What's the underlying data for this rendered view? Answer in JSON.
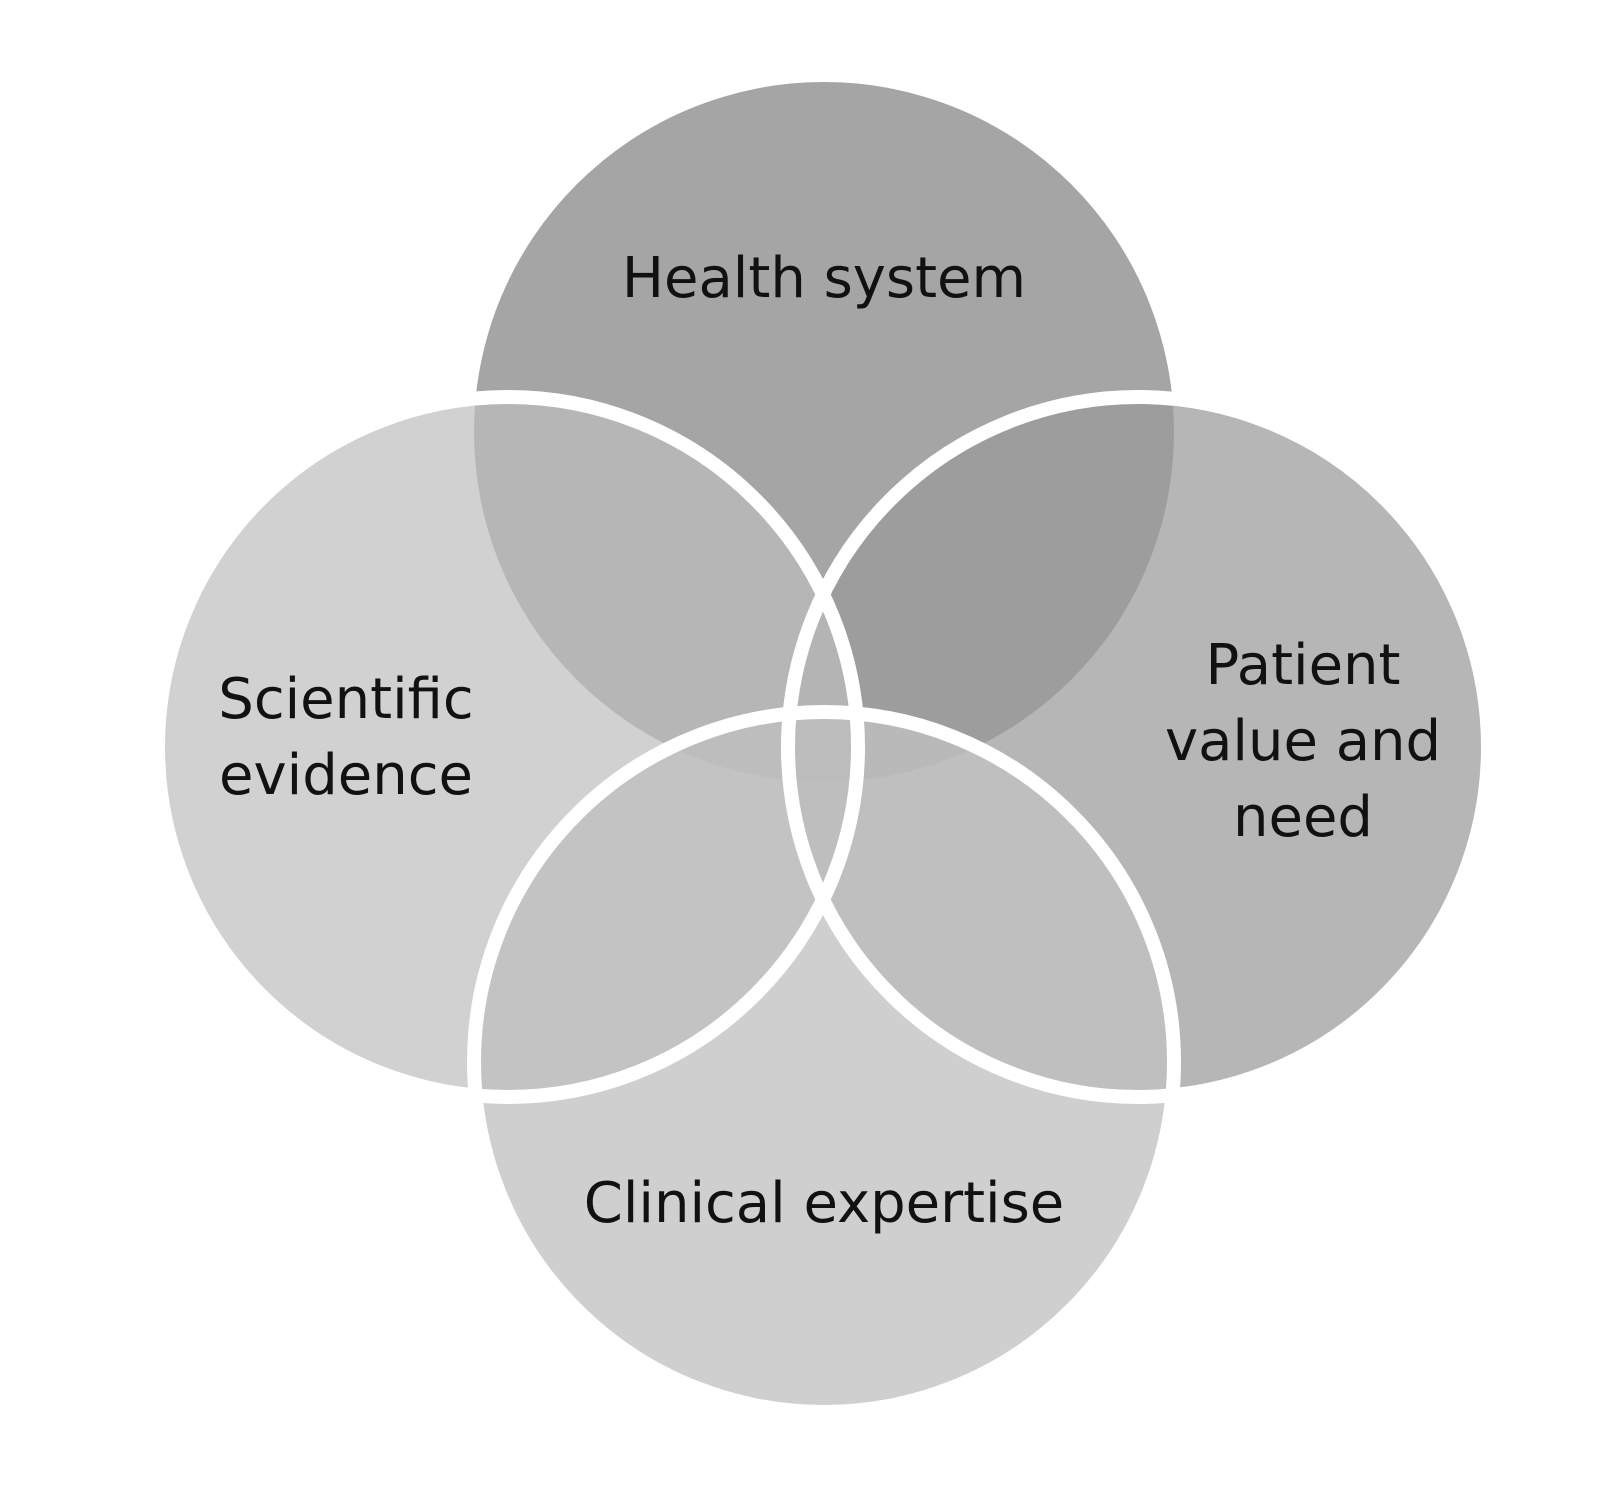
{
  "diagram": {
    "type": "venn",
    "circles": [
      {
        "id": "health-system",
        "lines": [
          "Health system"
        ],
        "color": "#a5a5a5",
        "opacity": 1.0
      },
      {
        "id": "patient-value",
        "lines": [
          "Patient",
          "value and",
          "need"
        ],
        "color": "#9a9a9a",
        "opacity": 0.72
      },
      {
        "id": "clinical-expertise",
        "lines": [
          "Clinical expertise"
        ],
        "color": "#c2c2c2",
        "opacity": 0.78
      },
      {
        "id": "scientific-evidence",
        "lines": [
          "Scientific",
          "evidence"
        ],
        "color": "#bdbdbd",
        "opacity": 0.7
      }
    ],
    "outline_color": "#ffffff"
  }
}
